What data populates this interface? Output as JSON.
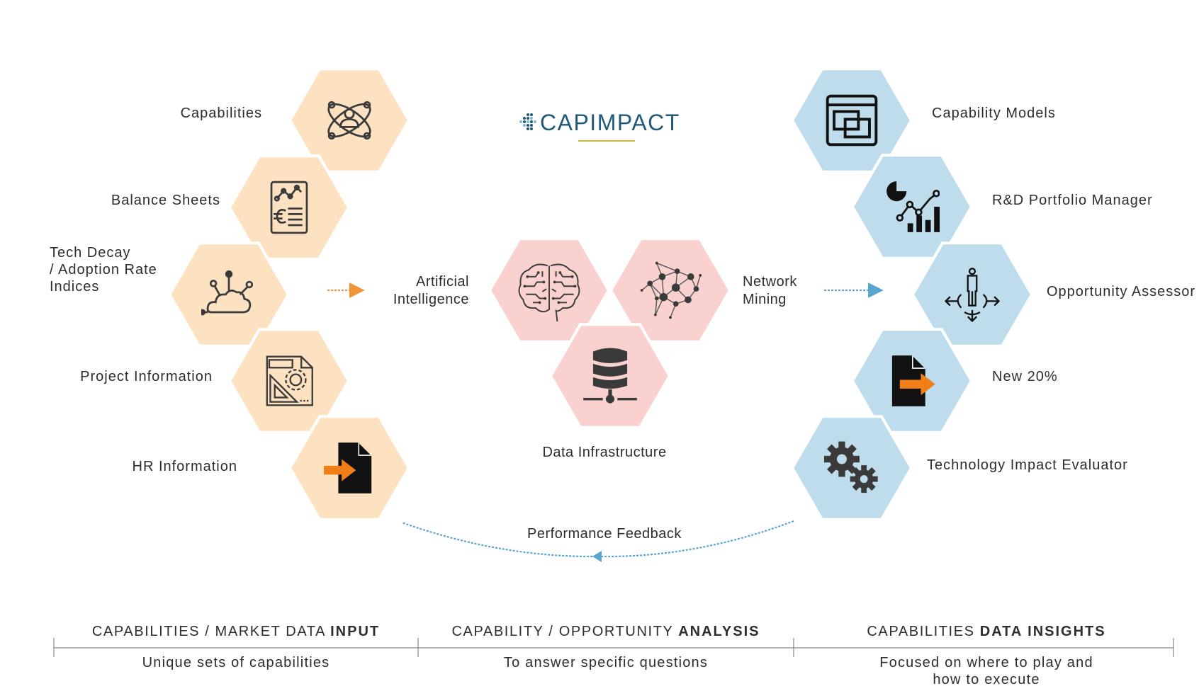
{
  "logo": {
    "text": "CAPIMPACT",
    "color": "#1f5a7a",
    "underline_color": "#c9b63a"
  },
  "colors": {
    "input_hex": "#fde2c2",
    "analysis_hex": "#f9d2cf",
    "insight_hex": "#bedcec",
    "input_arrow": "#f0953a",
    "insight_arrow": "#5aa6d0",
    "accent_orange": "#f07f18"
  },
  "inputs": [
    {
      "label_lines": [
        "Capabilities"
      ],
      "icon": "atom-person-icon"
    },
    {
      "label_lines": [
        "Balance Sheets"
      ],
      "icon": "financial-report-icon"
    },
    {
      "label_lines": [
        "Tech Decay",
        "/ Adoption Rate",
        "Indices"
      ],
      "icon": "cloud-network-icon"
    },
    {
      "label_lines": [
        "Project Information"
      ],
      "icon": "blueprint-gear-icon"
    },
    {
      "label_lines": [
        "HR Information"
      ],
      "icon": "file-import-icon"
    }
  ],
  "analysis": {
    "ai": {
      "label_lines": [
        "Artificial",
        "Intelligence"
      ],
      "icon": "circuit-brain-icon"
    },
    "network": {
      "label_lines": [
        "Network",
        "Mining"
      ],
      "icon": "network-graph-icon"
    },
    "infra": {
      "label_lines": [
        "Data Infrastructure"
      ],
      "icon": "database-server-icon"
    }
  },
  "insights": [
    {
      "label_lines": [
        "Capability Models"
      ],
      "icon": "window-model-icon"
    },
    {
      "label_lines": [
        "R&D Portfolio Manager"
      ],
      "icon": "portfolio-chart-icon"
    },
    {
      "label_lines": [
        "Opportunity Assessor"
      ],
      "icon": "person-directions-icon"
    },
    {
      "label_lines": [
        "New 20%"
      ],
      "icon": "file-export-icon"
    },
    {
      "label_lines": [
        "Technology Impact Evaluator"
      ],
      "icon": "gears-icon"
    }
  ],
  "feedback": {
    "label": "Performance Feedback"
  },
  "phases": [
    {
      "title_normal": "CAPABILITIES / MARKET DATA ",
      "title_bold": "INPUT",
      "subtitle_lines": [
        "Unique sets of capabilities"
      ]
    },
    {
      "title_normal": "CAPABILITY / OPPORTUNITY ",
      "title_bold": "ANALYSIS",
      "subtitle_lines": [
        "To answer specific questions"
      ]
    },
    {
      "title_normal": "CAPABILITIES ",
      "title_bold": "DATA INSIGHTS",
      "subtitle_lines": [
        "Focused on where to play and",
        "how to execute"
      ]
    }
  ]
}
